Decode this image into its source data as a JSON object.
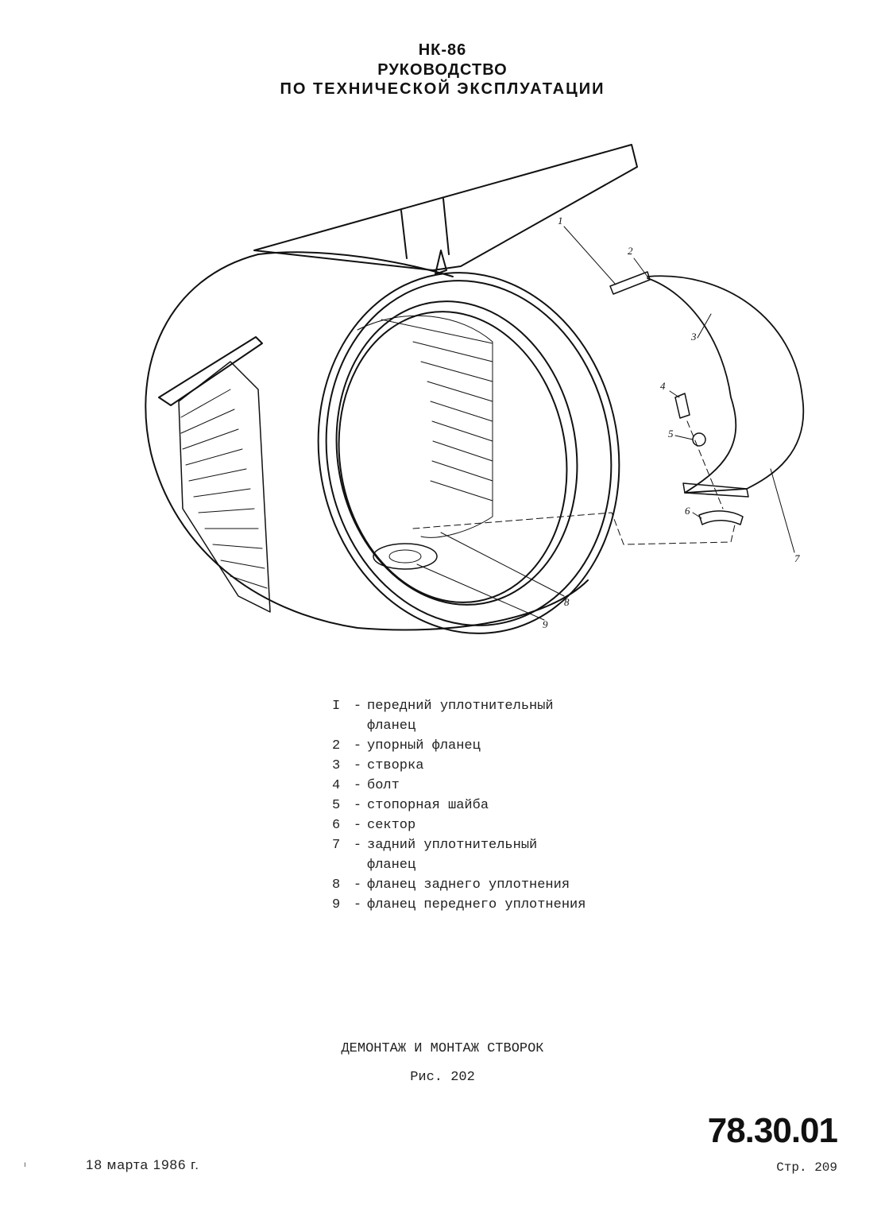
{
  "header": {
    "line1": "НК-86",
    "line2": "РУКОВОДСТВО",
    "line3": "ПО ТЕХНИЧЕСКОЙ ЭКСПЛУАТАЦИИ"
  },
  "figure": {
    "callouts": [
      "1",
      "2",
      "3",
      "4",
      "5",
      "6",
      "7",
      "8",
      "9"
    ]
  },
  "legend": [
    {
      "num": "I",
      "text": "передний уплотнительный",
      "cont": "фланец"
    },
    {
      "num": "2",
      "text": "упорный фланец"
    },
    {
      "num": "3",
      "text": "створка"
    },
    {
      "num": "4",
      "text": "болт"
    },
    {
      "num": "5",
      "text": "стопорная шайба"
    },
    {
      "num": "6",
      "text": "сектор"
    },
    {
      "num": "7",
      "text": "задний уплотнительный",
      "cont": "фланец"
    },
    {
      "num": "8",
      "text": "фланец заднего уплотнения"
    },
    {
      "num": "9",
      "text": "фланец переднего уплотнения"
    }
  ],
  "caption": {
    "title": "ДЕМОНТАЖ И МОНТАЖ СТВОРОК",
    "figure": "Рис. 202"
  },
  "footer": {
    "doc_number": "78.30.01",
    "date": "18 марта 1986 г.",
    "page": "Стр. 209",
    "margin_mark": "ı"
  }
}
